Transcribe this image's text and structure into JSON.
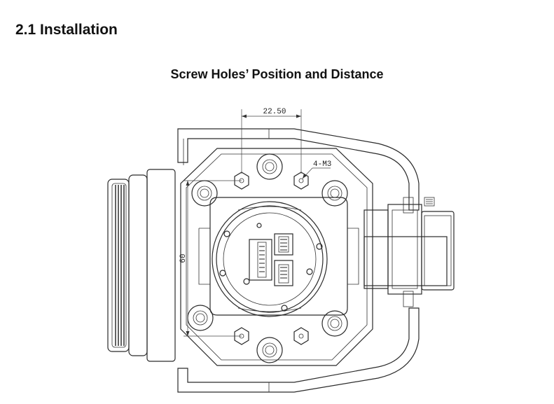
{
  "section": {
    "title": "2.1 Installation"
  },
  "figure": {
    "title": "Screw Holes’ Position and Distance",
    "dimensions": {
      "horizontal": "22.50",
      "vertical": "60",
      "hole_callout": "4-M3"
    }
  }
}
